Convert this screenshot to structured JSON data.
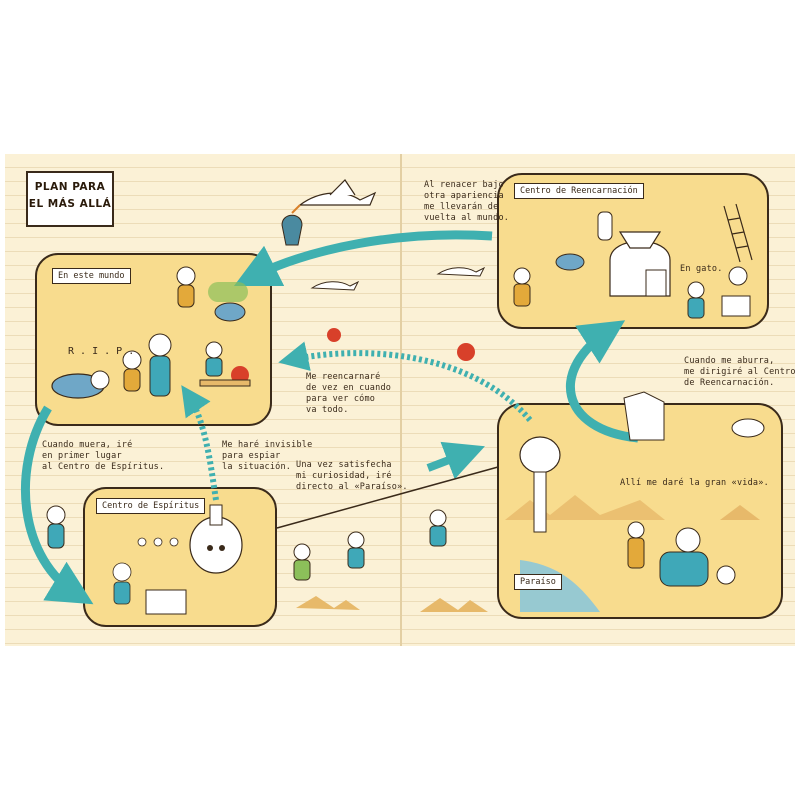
{
  "title": {
    "line1": "PLAN PARA",
    "line2": "EL MÁS ALLÁ"
  },
  "boxes": {
    "world": "En este mundo",
    "spirits": "Centro de Espíritus",
    "reincarnation": "Centro de Reencarnación",
    "paradise": "Paraíso"
  },
  "rip": "R . I . P .",
  "notes": {
    "die": [
      "Cuando muera, iré",
      "en primer lugar",
      "al Centro de Espíritus."
    ],
    "invisible": [
      "Me haré invisible",
      "para espiar",
      "la situación."
    ],
    "satisfied": [
      "Una vez satisfecha",
      "mi curiosidad, iré",
      "directo al «Paraíso»."
    ],
    "reincarnate": [
      "Me reencarnaré",
      "de vez en cuando",
      "para ver cómo",
      "va todo."
    ],
    "reborn": [
      "Al renacer bajo",
      "otra apariencia",
      "me llevarán de",
      "vuelta al mundo."
    ],
    "cat": "En gato.",
    "bored": [
      "Cuando me aburra,",
      "me dirigiré al Centro",
      "de Reencarnación."
    ],
    "life": "Allí me daré la gran «vida»."
  },
  "colors": {
    "paper": "#fbf1d6",
    "box_fill": "#f8dc8e",
    "arrow": "#3fb0b0",
    "ink": "#3a2a1a",
    "sea": "#8cc7d8",
    "apple": "#d8402a"
  },
  "icons": [
    "stork-icon",
    "cat-icon",
    "apple-icon",
    "spirit-tower-icon",
    "ufo-icon",
    "rebirth-machine-icon",
    "camel-icon",
    "sunbather-icon"
  ]
}
